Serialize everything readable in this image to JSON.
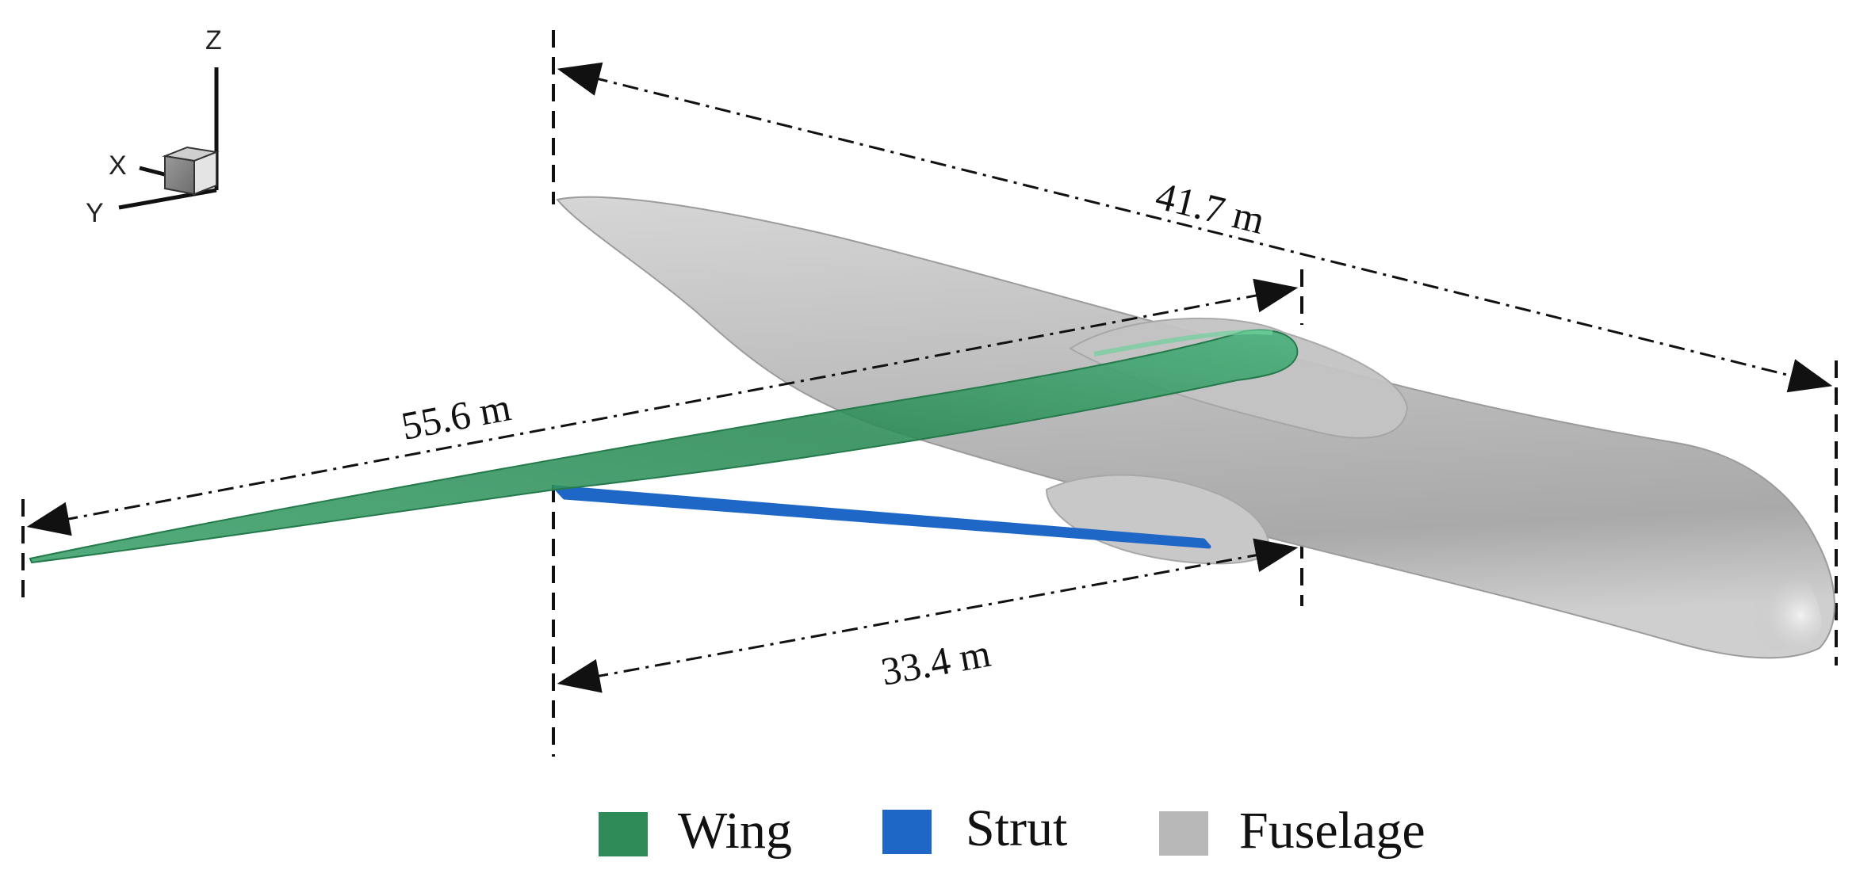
{
  "axes": {
    "x_label": "X",
    "y_label": "Y",
    "z_label": "Z"
  },
  "dimensions": {
    "length": "41.7 m",
    "span": "55.6 m",
    "strut": "33.4 m"
  },
  "legend": [
    {
      "label": "Wing",
      "color": "#2e8b57",
      "icon": "wing-swatch"
    },
    {
      "label": "Strut",
      "color": "#1f67c6",
      "icon": "strut-swatch"
    },
    {
      "label": "Fuselage",
      "color": "#b8b8b8",
      "icon": "fuselage-swatch"
    }
  ]
}
